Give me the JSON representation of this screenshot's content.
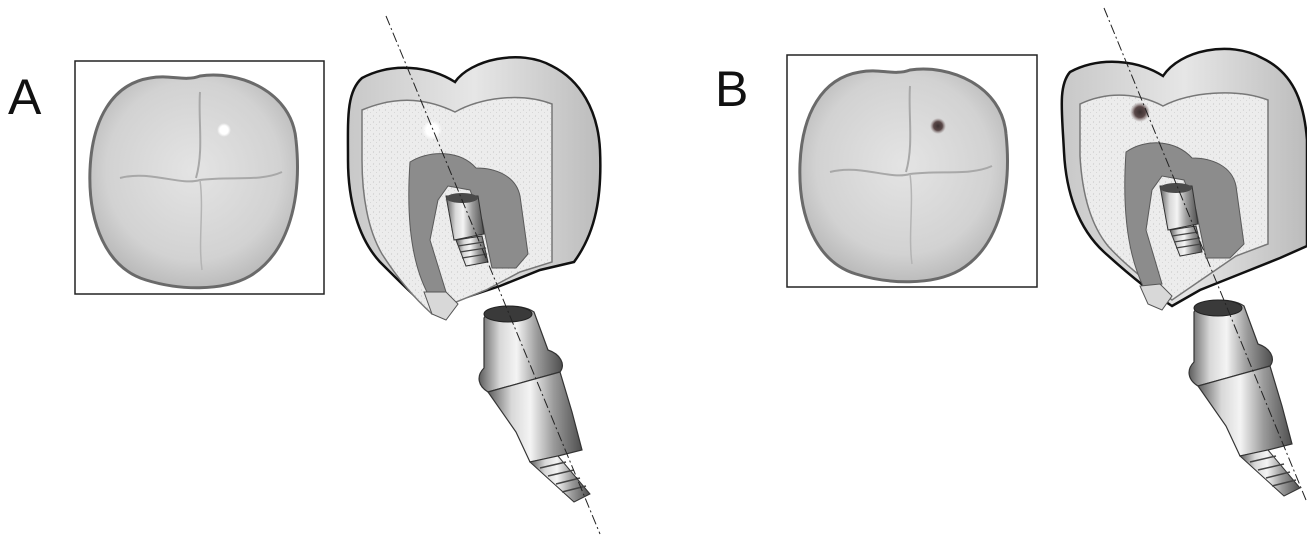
{
  "panels": [
    {
      "label": "A",
      "marker": "white-spot",
      "marker_color": "#ffffff"
    },
    {
      "label": "B",
      "marker": "dark-spot",
      "marker_color": "#6e5a5a"
    }
  ],
  "colors": {
    "enamel": "#dcdcdc",
    "enamel_shade": "#bdbdbd",
    "dentin": "#ececec",
    "pulp": "#8c8c8c",
    "metal_light": "#e8e8e8",
    "metal_dark": "#6a6a6a",
    "outline": "#1a1a1a"
  }
}
